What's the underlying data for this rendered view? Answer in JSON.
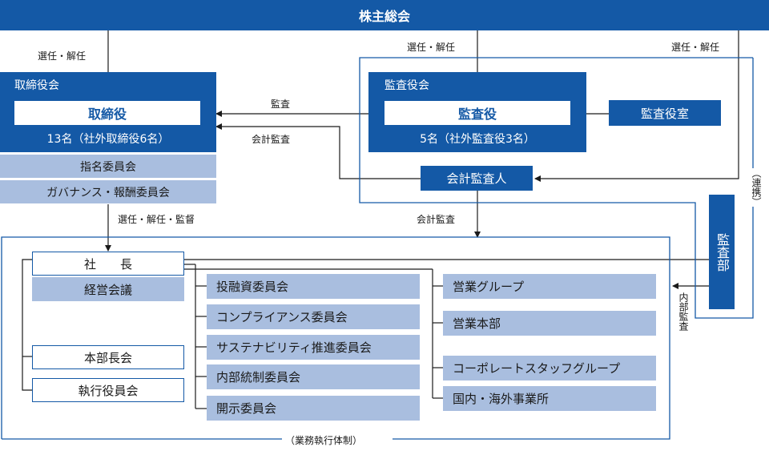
{
  "shareholders": "株主総会",
  "edge_labels": {
    "left_elect": "選任・解任",
    "mid_elect": "選任・解任",
    "right_elect": "選任・解任",
    "audit": "監査",
    "accounting_audit_left": "会計監査",
    "board_to_exec": "選任・解任・監督",
    "accounting_audit_down": "会計監査",
    "internal_audit": "内部監査",
    "coordination": "（連携）"
  },
  "board": {
    "group": "取締役会",
    "title": "取締役",
    "count": "13名（社外取締役6名）",
    "committees": [
      "指名委員会",
      "ガバナンス・報酬委員会"
    ]
  },
  "audit_board": {
    "group": "監査役会",
    "title": "監査役",
    "count": "5名（社外監査役3名）",
    "office": "監査役室"
  },
  "accounting_auditor": "会計監査人",
  "audit_dept": "監査部",
  "execution": {
    "president": "社　　長",
    "management_meeting": "経営会議",
    "division_heads": "本部長会",
    "executive_officers": "執行役員会",
    "committees": [
      "投融資委員会",
      "コンプライアンス委員会",
      "サステナビリティ推進委員会",
      "内部統制委員会",
      "開示委員会"
    ],
    "units": [
      "営業グループ",
      "営業本部",
      "コーポレートスタッフグループ",
      "国内・海外事業所"
    ],
    "frame_label": "（業務執行体制）"
  }
}
